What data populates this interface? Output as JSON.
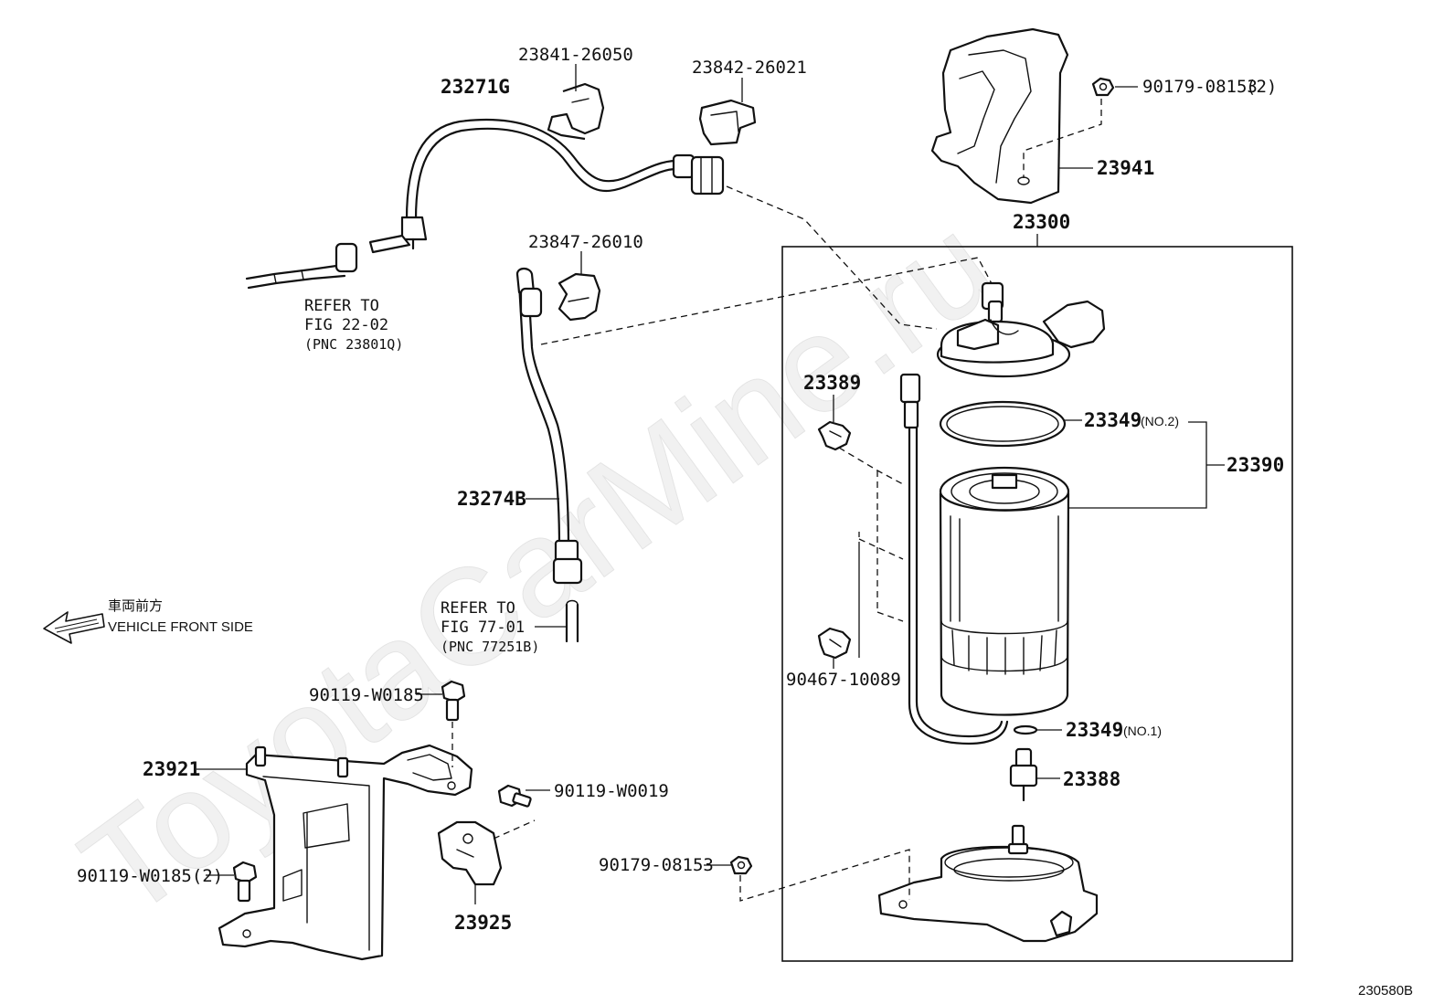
{
  "watermark": "ToyotaCarMine.ru",
  "figure_code": "230580B",
  "direction": {
    "jp": "車両前方",
    "en": "VEHICLE FRONT SIDE"
  },
  "references": {
    "fig_22_02": {
      "line1": "REFER TO",
      "line2": "FIG 22-02",
      "line3": "(PNC 23801Q)"
    },
    "fig_77_01": {
      "line1": "REFER TO",
      "line2": "FIG 77-01",
      "line3": "(PNC 77251B)"
    }
  },
  "parts": {
    "p23271g": "23271G",
    "p23841": "23841-26050",
    "p23842": "23842-26021",
    "p23847": "23847-26010",
    "p23274b": "23274B",
    "p90179_top": "90179-08153",
    "p90179_top_qty": "(2)",
    "p23941": "23941",
    "p23300": "23300",
    "p23389": "23389",
    "p23349_no2": "23349",
    "p23349_no2_note": "(NO.2)",
    "p23390": "23390",
    "p90467": "90467-10089",
    "p23349_no1": "23349",
    "p23349_no1_note": "(NO.1)",
    "p23388": "23388",
    "p90119_w0185": "90119-W0185",
    "p23921": "23921",
    "p90119_w0019": "90119-W0019",
    "p90119_w0185_2": "90119-W0185(2)",
    "p23925": "23925",
    "p90179_bottom": "90179-08153"
  }
}
